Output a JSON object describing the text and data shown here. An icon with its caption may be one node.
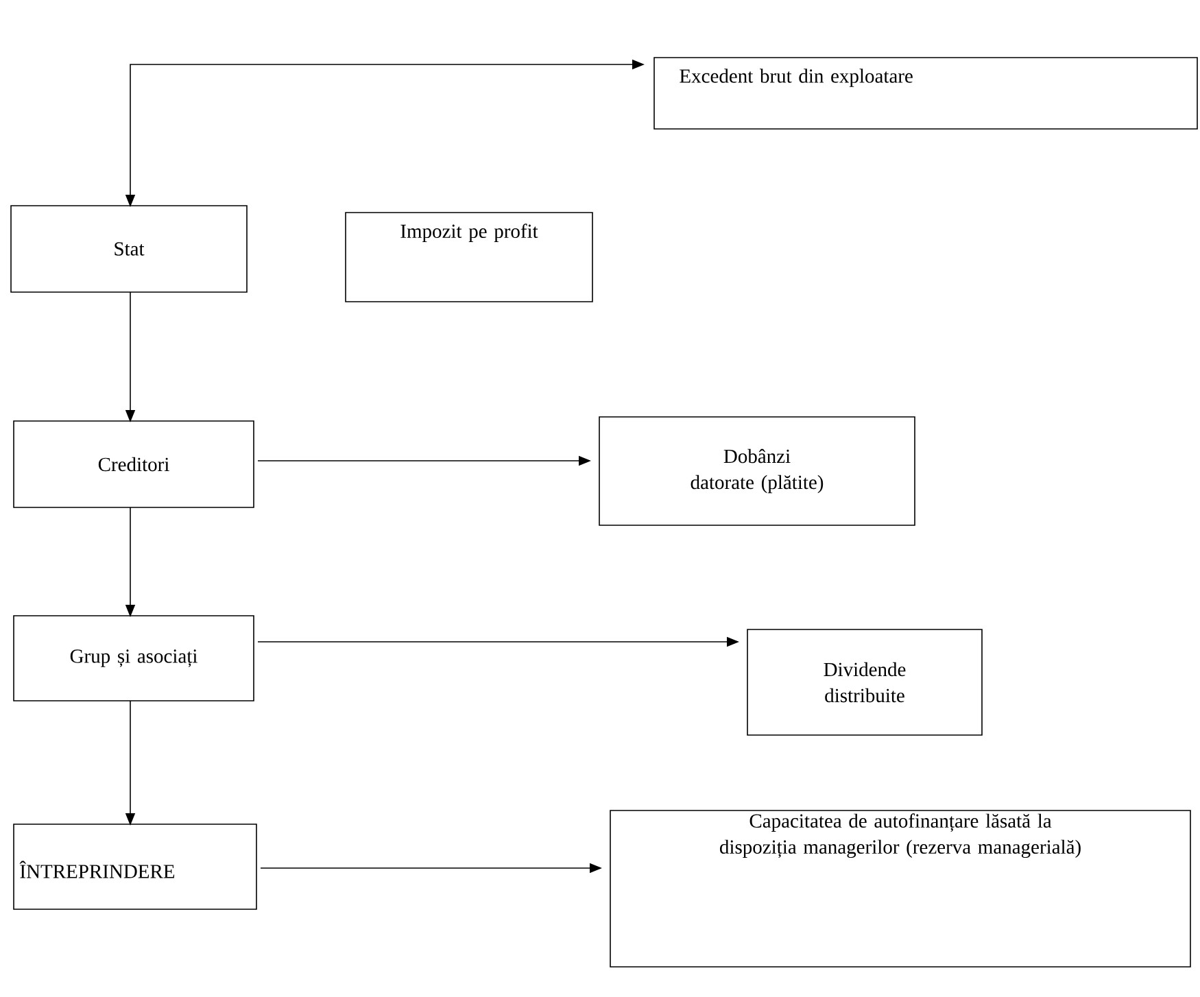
{
  "diagram": {
    "nodes": [
      {
        "text": [
          "Excedent brut din exploatare"
        ]
      },
      {
        "text": [
          "Stat"
        ]
      },
      {
        "text": [
          "Impozit pe profit"
        ]
      },
      {
        "text": [
          "Creditori"
        ]
      },
      {
        "text": [
          "Dobânzi datorate (plătite)"
        ]
      },
      {
        "text": [
          "Grup și asociați"
        ]
      },
      {
        "text": [
          "Dividende distribuite"
        ]
      },
      {
        "text": [
          "ÎNTREPRINDERE"
        ]
      },
      {
        "text": [
          "Capacitatea de autofinanțare lăsată la dispoziția managerilor (rezerva managerială)"
        ]
      }
    ],
    "edges": [
      {
        "from": 0,
        "to": 1,
        "arrow": "both"
      },
      {
        "from": 1,
        "to": 3,
        "arrow": "to"
      },
      {
        "from": 3,
        "to": 4,
        "arrow": "to"
      },
      {
        "from": 3,
        "to": 5,
        "arrow": "to"
      },
      {
        "from": 5,
        "to": 6,
        "arrow": "to"
      },
      {
        "from": 5,
        "to": 7,
        "arrow": "to"
      },
      {
        "from": 7,
        "to": 8,
        "arrow": "to"
      }
    ]
  }
}
